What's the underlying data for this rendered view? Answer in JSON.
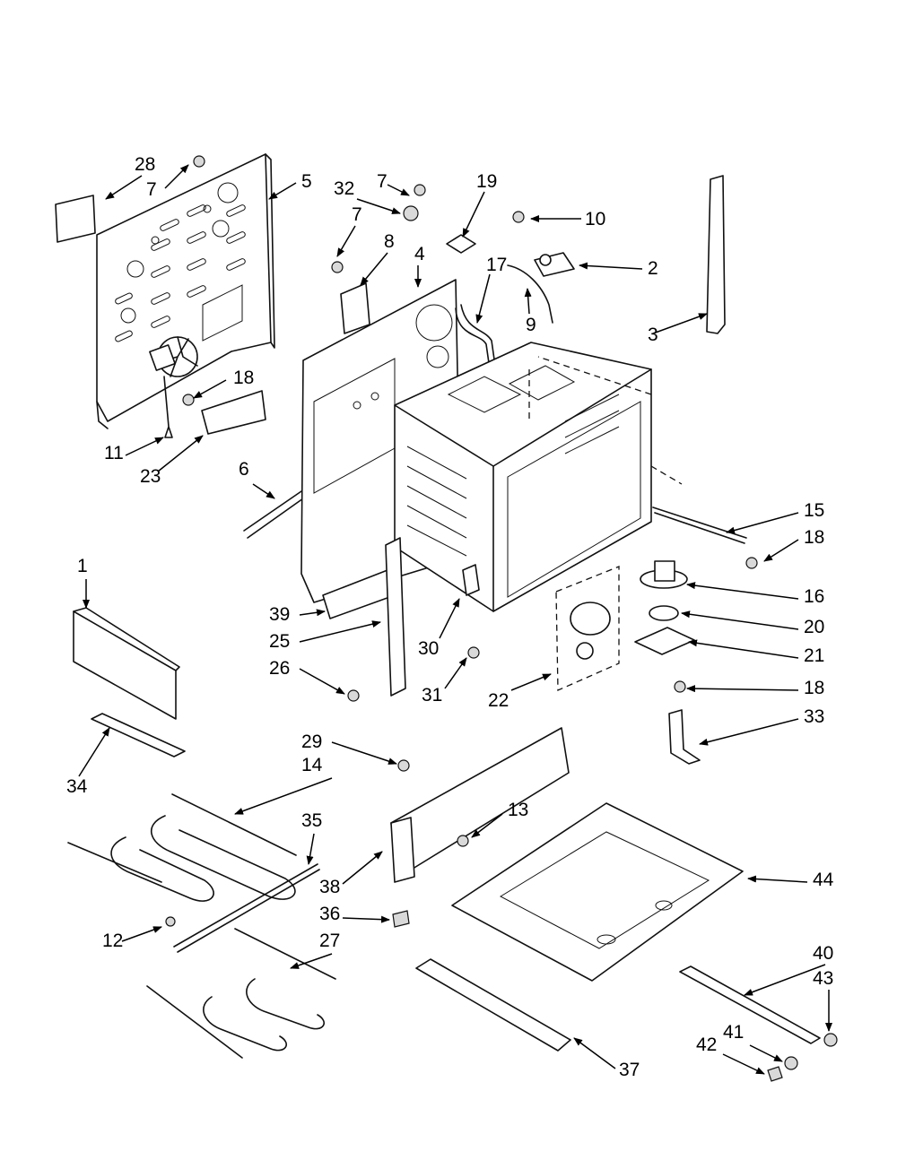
{
  "labels": [
    "28",
    "7",
    "5",
    "32",
    "7",
    "19",
    "10",
    "2",
    "7",
    "8",
    "4",
    "17",
    "9",
    "3",
    "18",
    "11",
    "23",
    "6",
    "15",
    "18",
    "16",
    "20",
    "21",
    "18",
    "1",
    "39",
    "25",
    "30",
    "26",
    "31",
    "22",
    "33",
    "29",
    "14",
    "13",
    "35",
    "34",
    "44",
    "38",
    "36",
    "12",
    "27",
    "40",
    "43",
    "41",
    "42",
    "37"
  ]
}
